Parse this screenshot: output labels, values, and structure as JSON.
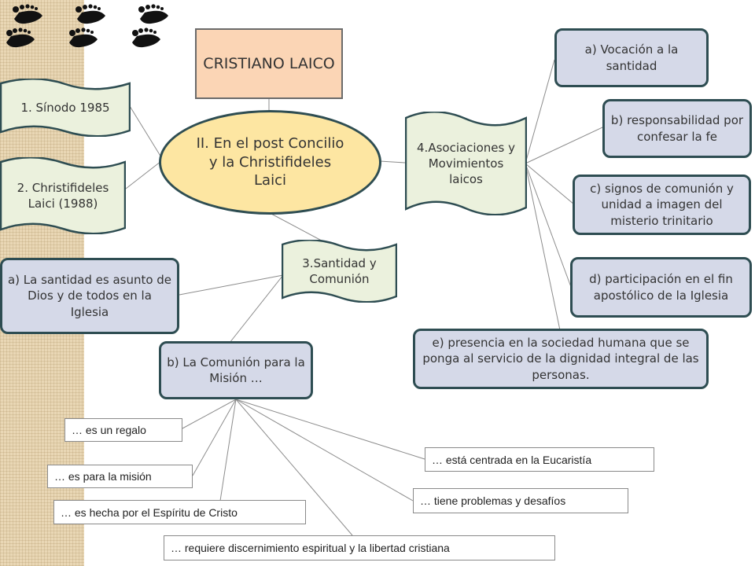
{
  "nodes": {
    "cristiano_laico": "CRISTIANO LAICO",
    "center": "II. En el post Concilio y la Christifideles Laici",
    "sinodo": "1. Sínodo 1985",
    "christifideles": "2. Christifideles Laici (1988)",
    "santidad_comunion": "3.Santidad y Comunión",
    "asociaciones": "4.Asociaciones y Movimientos laicos",
    "santidad_asunto": "a) La santidad es asunto de Dios y de todos en la Iglesia",
    "comunion_mision": "b) La Comunión para la Misión …",
    "vocacion": "a) Vocación a la santidad",
    "responsabilidad": "b) responsabilidad por confesar la fe",
    "signos": "c) signos de comunión y unidad a imagen del misterio trinitario",
    "participacion": "d) participación en el fin apostólico de la Iglesia",
    "presencia": "e) presencia en la sociedad humana que se ponga al servicio de la dignidad integral de las personas."
  },
  "comunion_items": {
    "regalo": "… es un regalo",
    "mision": "… es para la misión",
    "espiritu": "… es hecha por el Espíritu de Cristo",
    "discernimiento": "… requiere discernimiento espiritual y la libertad cristiana",
    "eucaristia": "… está centrada en la Eucaristía",
    "problemas": "… tiene problemas y desafíos"
  },
  "colors": {
    "blue_fill": "#d5d9e8",
    "dark_border": "#2e4d52",
    "green_fill": "#ebf1dd",
    "yellow_fill": "#fde6a2",
    "orange_fill": "#fbd5b5",
    "strip": "#e9d7b5"
  },
  "icons": [
    "footprints-icon"
  ]
}
